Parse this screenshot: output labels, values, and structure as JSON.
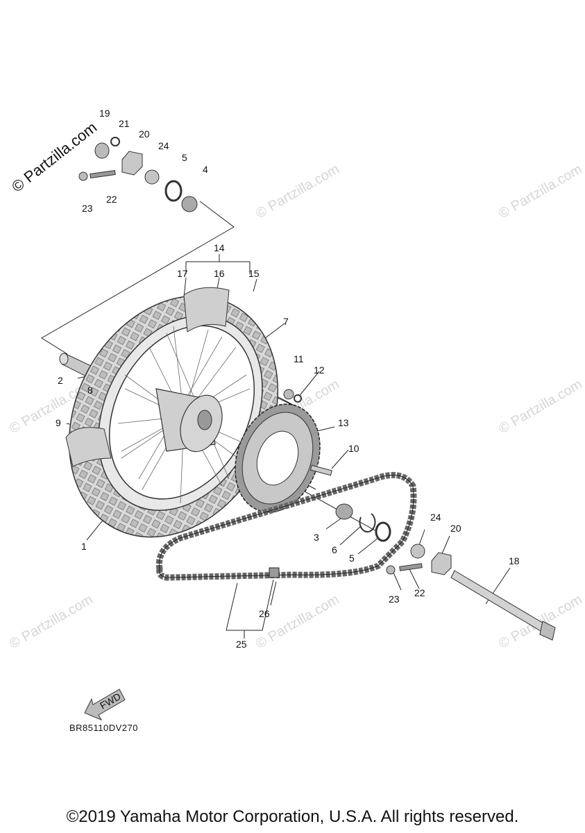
{
  "watermark": {
    "text": "© Partzilla.com"
  },
  "callouts": {
    "c1": "1",
    "c2": "2",
    "c3": "3",
    "c4": "4",
    "c5a": "5",
    "c5b": "5",
    "c6": "6",
    "c7": "7",
    "c8": "8",
    "c9": "9",
    "c10": "10",
    "c11": "11",
    "c12": "12",
    "c13": "13",
    "c14": "14",
    "c15": "15",
    "c16": "16",
    "c17": "17",
    "c18": "18",
    "c19": "19",
    "c20a": "20",
    "c20b": "20",
    "c21": "21",
    "c22a": "22",
    "c22b": "22",
    "c23a": "23",
    "c23b": "23",
    "c24a": "24",
    "c24b": "24",
    "c25": "25",
    "c26": "26"
  },
  "fwd_label": "FWD",
  "diagram_code": "BR85110DV270",
  "copyright": "©2019 Yamaha Motor Corporation, U.S.A. All rights reserved."
}
